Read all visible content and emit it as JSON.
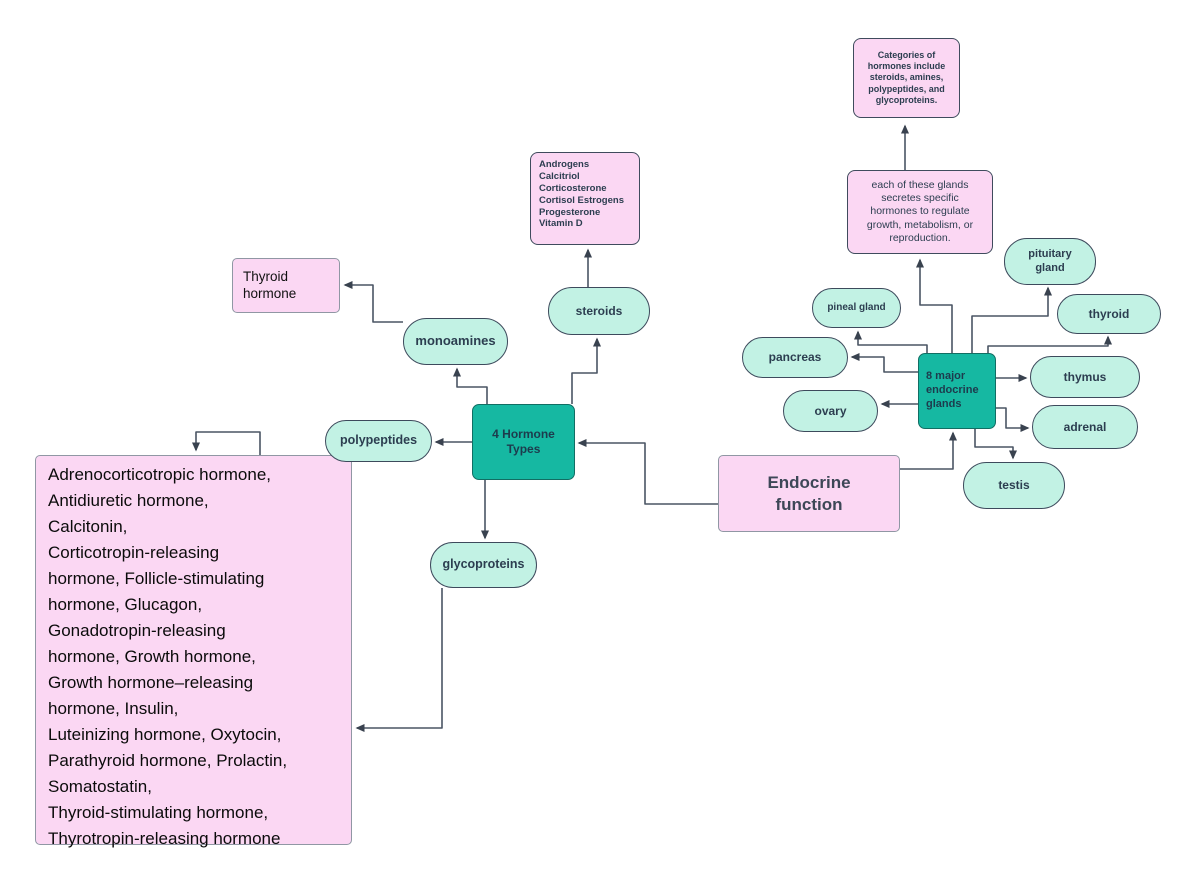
{
  "colors": {
    "node_pink": "#fbd7f3",
    "node_mint": "#c2f2e4",
    "node_teal": "#16b8a2",
    "pill_border": "#3d4a5c",
    "soft_border": "#9097a4",
    "edge": "#4a5564",
    "text_dark": "#2c3e50",
    "text_black": "#111111"
  },
  "nodes": {
    "endocrine_function": {
      "label": "Endocrine\nfunction"
    },
    "eight_glands": {
      "label": "8 major\nendocrine\nglands"
    },
    "pituitary": {
      "label": "pituitary\ngland"
    },
    "thyroid": {
      "label": "thyroid"
    },
    "thymus": {
      "label": "thymus"
    },
    "adrenal": {
      "label": "adrenal"
    },
    "testis": {
      "label": "testis"
    },
    "ovary": {
      "label": "ovary"
    },
    "pancreas": {
      "label": "pancreas"
    },
    "pineal": {
      "label": "pineal gland"
    },
    "each_glands_note": {
      "label": "each of these glands\nsecretes specific\nhormones to regulate\ngrowth, metabolism, or\nreproduction."
    },
    "categories_note": {
      "label": "Categories of\nhormones include\nsteroids, amines,\npolypeptides, and\nglycoproteins."
    },
    "four_types": {
      "label": "4 Hormone\nTypes"
    },
    "monoamines": {
      "label": "monoamines"
    },
    "steroids": {
      "label": "steroids"
    },
    "polypeptides": {
      "label": "polypeptides"
    },
    "glycoproteins": {
      "label": "glycoproteins"
    },
    "thyroid_hormone": {
      "label": "Thyroid\nhormone"
    },
    "steroid_examples": {
      "label": "Androgens\nCalcitriol\nCorticosterone\nCortisol Estrogens\nProgesterone\nVitamin D"
    },
    "polypeptide_examples": {
      "label": "Adrenocorticotropic hormone,\nAntidiuretic hormone,\nCalcitonin,\nCorticotropin-releasing\nhormone, Follicle-stimulating\nhormone, Glucagon,\nGonadotropin-releasing\nhormone, Growth hormone,\nGrowth hormone–releasing\nhormone, Insulin,\nLuteinizing hormone, Oxytocin,\nParathyroid hormone, Prolactin,\nSomatostatin,\nThyroid-stimulating hormone,\nThyrotropin-releasing hormone"
    }
  },
  "edges": [
    {
      "from": "endocrine_function",
      "to": "eight_glands"
    },
    {
      "from": "endocrine_function",
      "to": "four_types"
    },
    {
      "from": "eight_glands",
      "to": "pituitary"
    },
    {
      "from": "eight_glands",
      "to": "thyroid"
    },
    {
      "from": "eight_glands",
      "to": "thymus"
    },
    {
      "from": "eight_glands",
      "to": "adrenal"
    },
    {
      "from": "eight_glands",
      "to": "testis"
    },
    {
      "from": "eight_glands",
      "to": "ovary"
    },
    {
      "from": "eight_glands",
      "to": "pancreas"
    },
    {
      "from": "eight_glands",
      "to": "pineal"
    },
    {
      "from": "eight_glands",
      "to": "each_glands_note"
    },
    {
      "from": "each_glands_note",
      "to": "categories_note"
    },
    {
      "from": "four_types",
      "to": "monoamines"
    },
    {
      "from": "four_types",
      "to": "steroids"
    },
    {
      "from": "four_types",
      "to": "polypeptides"
    },
    {
      "from": "four_types",
      "to": "glycoproteins"
    },
    {
      "from": "monoamines",
      "to": "thyroid_hormone"
    },
    {
      "from": "steroids",
      "to": "steroid_examples"
    },
    {
      "from": "glycoproteins",
      "to": "polypeptide_examples"
    },
    {
      "from": "polypeptide_examples",
      "to": "polypeptide_examples"
    }
  ]
}
